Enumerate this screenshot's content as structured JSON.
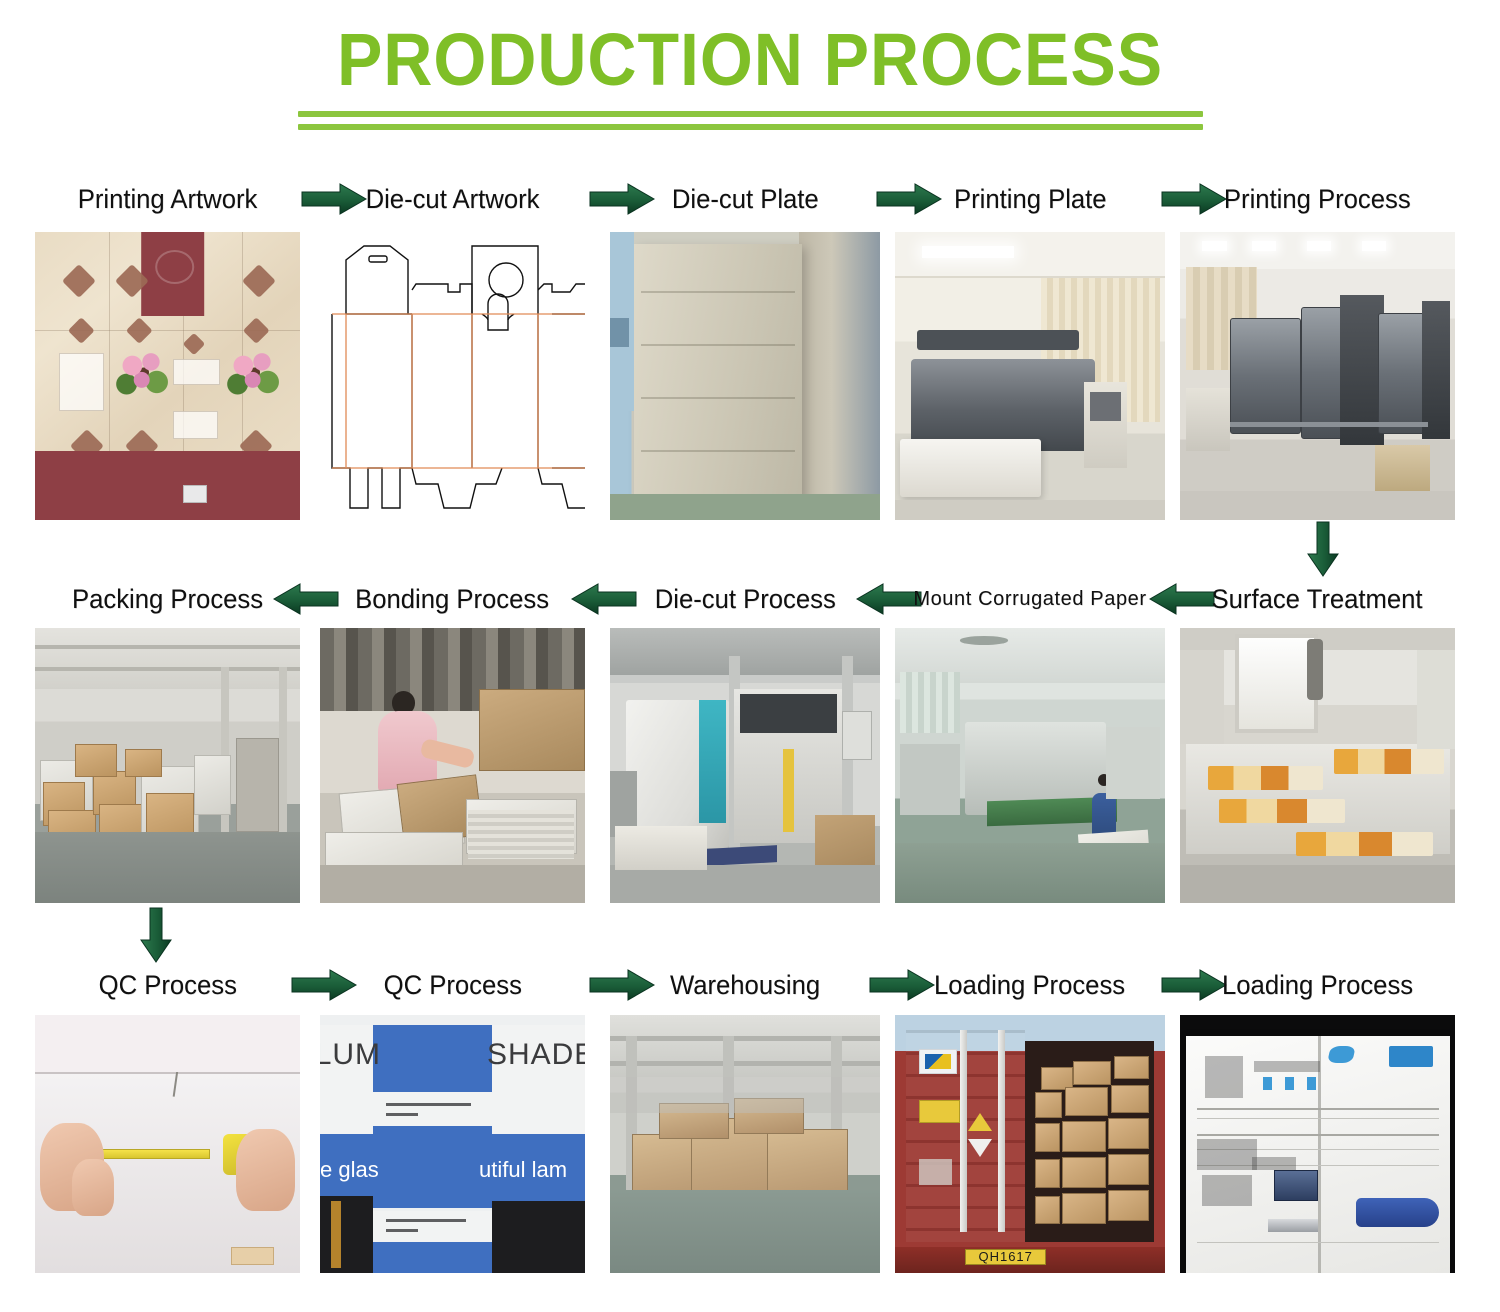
{
  "header": {
    "title": "PRODUCTION PROCESS",
    "title_color": "#7fbf27",
    "rule_color": "#8cc63e"
  },
  "theme": {
    "arrow_color_light": "#256a44",
    "arrow_color_dark": "#0c3d24",
    "label_color": "#101010",
    "background": "#ffffff"
  },
  "flow": {
    "rows": [
      {
        "id": "row-1",
        "direction": "left-to-right",
        "steps": [
          {
            "label": "Printing Artwork",
            "image_name": "printing-artwork-image"
          },
          {
            "label": "Die-cut Artwork",
            "image_name": "die-cut-artwork-image"
          },
          {
            "label": "Die-cut Plate",
            "image_name": "die-cut-plate-image"
          },
          {
            "label": "Printing Plate",
            "image_name": "printing-plate-image"
          },
          {
            "label": "Printing Process",
            "image_name": "printing-process-image"
          }
        ]
      },
      {
        "id": "row-2",
        "direction": "right-to-left",
        "steps": [
          {
            "label": "Packing Process",
            "image_name": "packing-process-image"
          },
          {
            "label": "Bonding Process",
            "image_name": "bonding-process-image"
          },
          {
            "label": "Die-cut Process",
            "image_name": "die-cut-process-image"
          },
          {
            "label": "Mount Corrugated Paper",
            "image_name": "mount-corrugated-paper-image",
            "style": "small"
          },
          {
            "label": "Surface Treatment",
            "image_name": "surface-treatment-image"
          }
        ]
      },
      {
        "id": "row-3",
        "direction": "left-to-right",
        "steps": [
          {
            "label": "QC Process",
            "image_name": "qc-process-measure-image"
          },
          {
            "label": "QC Process",
            "image_name": "qc-process-box-image"
          },
          {
            "label": "Warehousing",
            "image_name": "warehousing-image"
          },
          {
            "label": "Loading Process",
            "image_name": "loading-container-image"
          },
          {
            "label": "Loading Process",
            "image_name": "loading-documents-image"
          }
        ]
      }
    ]
  },
  "image_details": {
    "qc_box_text": {
      "line1_left": "LUM",
      "line1_right": "SHADE",
      "line2_left": "e glas",
      "line2_right": "utiful lam"
    },
    "container": {
      "license_plate": "QH1617"
    }
  }
}
